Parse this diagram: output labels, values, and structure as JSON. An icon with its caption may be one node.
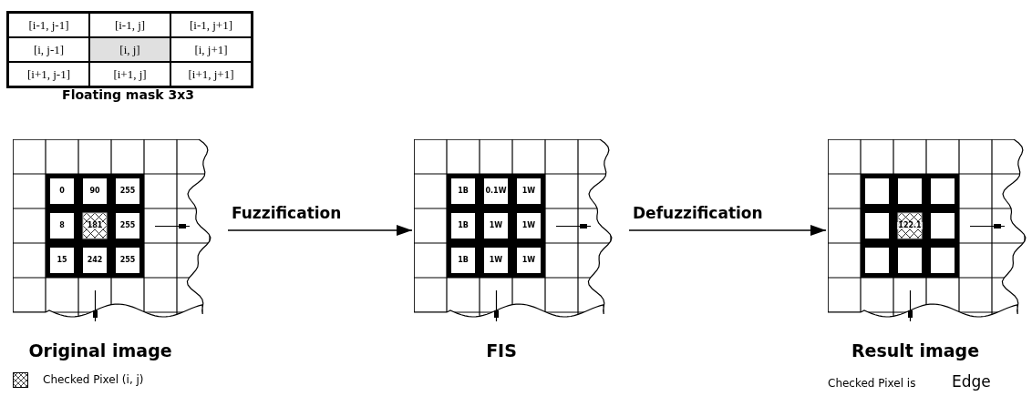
{
  "diagram": {
    "nodes": [
      {
        "text": [
          "0",
          "90",
          "255",
          "8",
          "181",
          "255",
          "15",
          "242",
          "255"
        ],
        "beside": [
          "Original image"
        ]
      },
      {
        "text": [
          "1B",
          "0.1W",
          "1W",
          "1B",
          "1W",
          "1W",
          "1B",
          "1W",
          "1W"
        ],
        "beside": [
          "FIS"
        ]
      },
      {
        "text": [
          "122.1"
        ],
        "beside": [
          "Result image"
        ]
      }
    ],
    "edges": [
      {
        "from": 0,
        "to": 1,
        "arrow": "to",
        "label": "Fuzzification"
      },
      {
        "from": 1,
        "to": 2,
        "arrow": "to",
        "label": "Defuzzification"
      }
    ],
    "labels": [
      "[i-1, j-1]",
      "[i-1, j]",
      "[i-1, j+1]",
      "[i, j-1]",
      "[i, j]",
      "[i, j+1]",
      "[i+1, j-1]",
      "[i+1, j]",
      "[i+1, j+1]",
      "Floating mask 3x3",
      "Checked Pixel is",
      "Edge"
    ],
    "legend": [
      {
        "text": "Checked Pixel (i, j)"
      }
    ]
  }
}
